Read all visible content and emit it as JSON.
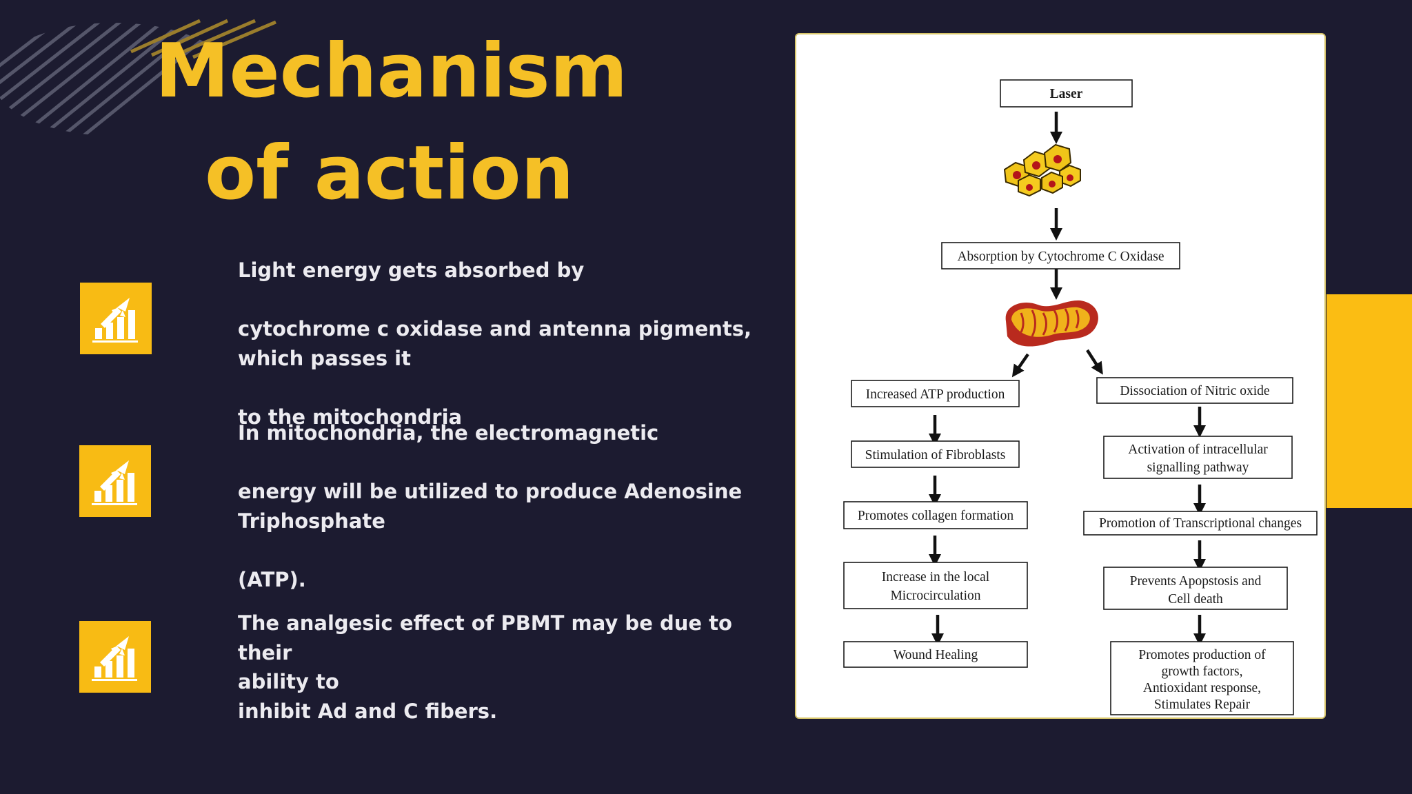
{
  "slide": {
    "title_line1": "Mechanism",
    "title_line2": "of action",
    "accent_color": "#f5c026",
    "background_color": "#1c1b30"
  },
  "bullets": [
    {
      "icon": "rocket-growth-chart-icon",
      "lines": [
        "Light energy gets absorbed by",
        "",
        "cytochrome c oxidase and antenna pigments,",
        "which passes it",
        "",
        "to the mitochondria"
      ]
    },
    {
      "icon": "rocket-growth-chart-icon",
      "lines": [
        "In mitochondria, the electromagnetic",
        "",
        "energy will be utilized to produce Adenosine",
        "Triphosphate",
        "",
        "(ATP)."
      ]
    },
    {
      "icon": "rocket-growth-chart-icon",
      "lines": [
        "The analgesic effect of PBMT may be due to their",
        "ability to",
        "inhibit Ad and C fibers."
      ]
    }
  ],
  "flowchart": {
    "laser": "Laser",
    "absorption": "Absorption by Cytochrome C Oxidase",
    "cells_icon": "cell-cluster-icon",
    "mitochondria_icon": "mitochondria-icon",
    "left_branch": [
      [
        "Increased ATP production"
      ],
      [
        "Stimulation of Fibroblasts"
      ],
      [
        "Promotes collagen formation"
      ],
      [
        "Increase in the local",
        "Microcirculation"
      ],
      [
        "Wound Healing"
      ]
    ],
    "right_branch": [
      [
        "Dissociation of  Nitric oxide"
      ],
      [
        "Activation of intracellular",
        "signalling pathway"
      ],
      [
        "Promotion of Transcriptional changes"
      ],
      [
        "Prevents Apopstosis and",
        "Cell death"
      ],
      [
        "Promotes production of",
        "growth factors,",
        "Antioxidant response,",
        "Stimulates Repair"
      ]
    ]
  }
}
